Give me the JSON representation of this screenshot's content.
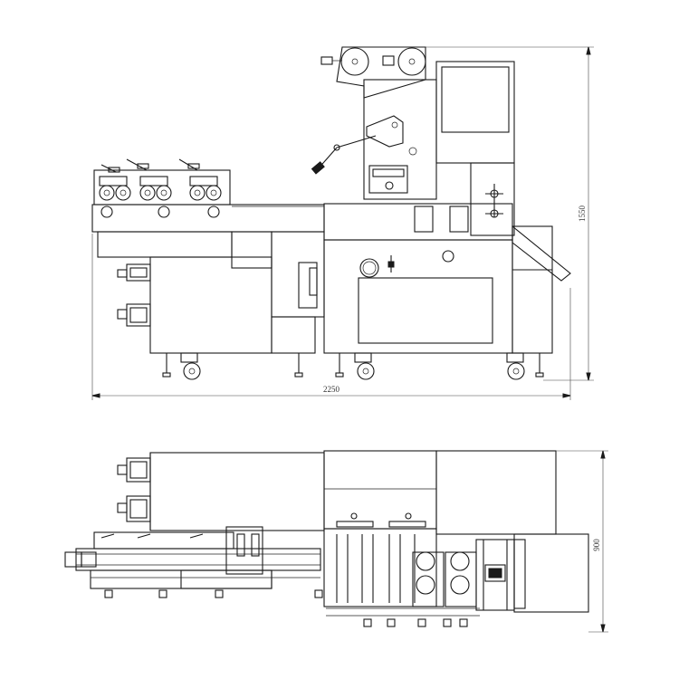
{
  "dimensions": {
    "side_width": "2250",
    "side_height": "1550",
    "top_depth": "900"
  },
  "colors": {
    "line": "#1a1a1a",
    "background": "#ffffff"
  }
}
